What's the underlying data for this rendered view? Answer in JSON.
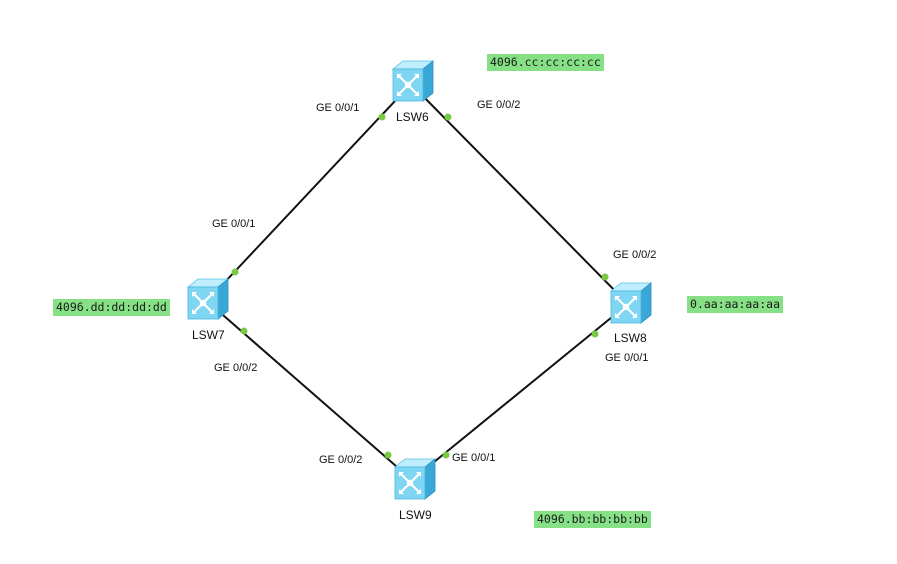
{
  "colors": {
    "bridge_id_bg": "#86e086",
    "link": "#111111",
    "port_dot": "#7ac943",
    "switch_top": "#bfefff",
    "switch_front": "#7fd6f2",
    "switch_side": "#3aa8d6"
  },
  "switches": {
    "lsw6": {
      "name": "LSW6",
      "icon": "l3-switch-icon"
    },
    "lsw7": {
      "name": "LSW7",
      "icon": "l3-switch-icon"
    },
    "lsw8": {
      "name": "LSW8",
      "icon": "l3-switch-icon"
    },
    "lsw9": {
      "name": "LSW9",
      "icon": "l3-switch-icon"
    }
  },
  "bridge_ids": {
    "lsw6": "4096.cc:cc:cc:cc",
    "lsw7": "4096.dd:dd:dd:dd",
    "lsw8": "0.aa:aa:aa:aa",
    "lsw9": "4096.bb:bb:bb:bb"
  },
  "links": [
    {
      "a": "LSW6",
      "a_port": "GE 0/0/1",
      "b": "LSW7",
      "b_port": "GE 0/0/1"
    },
    {
      "a": "LSW6",
      "a_port": "GE 0/0/2",
      "b": "LSW8",
      "b_port": "GE 0/0/2"
    },
    {
      "a": "LSW7",
      "a_port": "GE 0/0/2",
      "b": "LSW9",
      "b_port": "GE 0/0/2"
    },
    {
      "a": "LSW8",
      "a_port": "GE 0/0/1",
      "b": "LSW9",
      "b_port": "GE 0/0/1"
    }
  ]
}
